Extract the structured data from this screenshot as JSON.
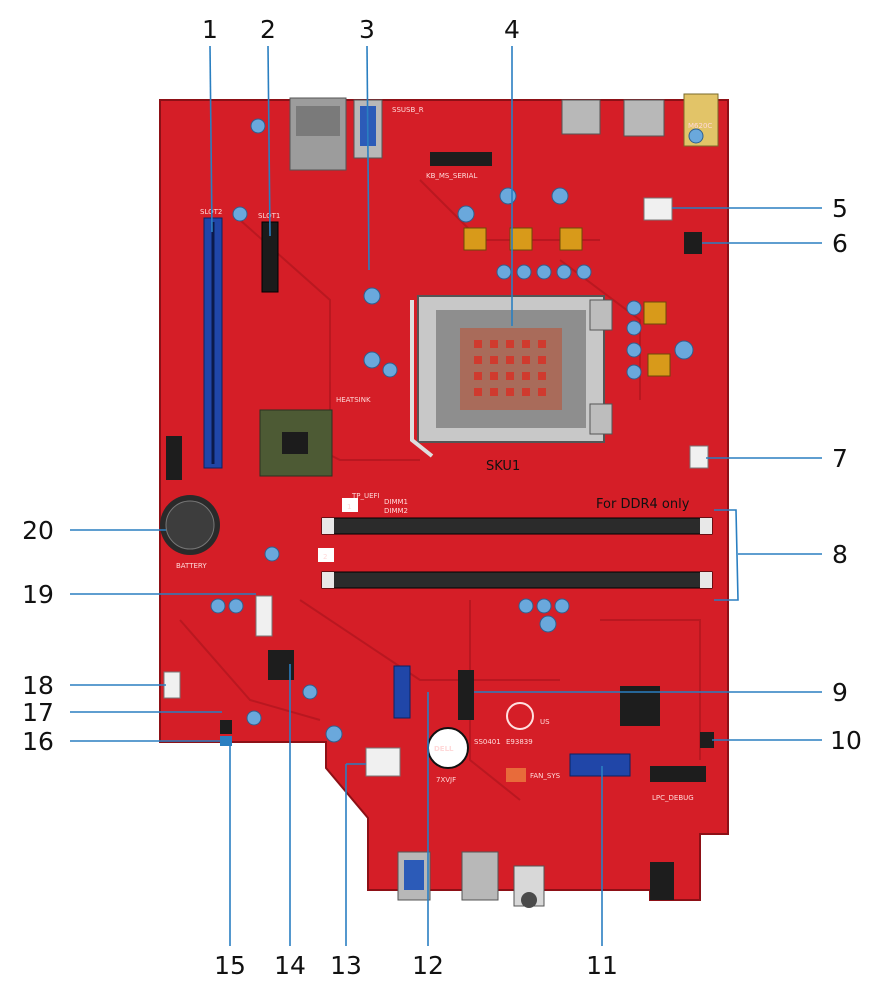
{
  "figure": {
    "callouts": [
      "1",
      "2",
      "3",
      "4",
      "5",
      "6",
      "7",
      "8",
      "9",
      "10",
      "11",
      "12",
      "13",
      "14",
      "15",
      "16",
      "17",
      "18",
      "19",
      "20"
    ]
  },
  "board_labels": {
    "slot2": "SLOT2",
    "slot1": "SLOT1",
    "ssusb": "SSUSB_R",
    "kb": "KB_MS_SERIAL",
    "heatsink": "HEATSINK",
    "sku": "SKU1",
    "ddr": "For DDR4 only",
    "dimm1": "DIMM1",
    "dimm2": "DIMM2",
    "dimm_tag1": "1",
    "dimm_tag2": "2",
    "battery": "BATTERY",
    "tp_uefi": "TP_UEFI",
    "fan_sys": "FAN_SYS",
    "lpc": "LPC_DEBUG",
    "audio_chip": "M620C",
    "brand": "DELL",
    "cert1": "SS0401",
    "cert2": "E93839",
    "fcc": "7XVJF",
    "us": "US"
  },
  "colors": {
    "pcb": "#d51e27",
    "pcb_dark": "#a8141c",
    "slot_blue": "#2046a8",
    "lead": "#2a7fc1",
    "socket": "#9a9a9a",
    "dimm": "#2b2b2b",
    "cap_blue": "#6aa8dc",
    "inductor": "#d89a1a"
  },
  "icons": {
    "cpu_socket": "cpu-socket-icon",
    "coin_battery": "coin-battery-icon",
    "dell_logo": "dell-logo-icon",
    "ul_mark": "ul-mark-icon"
  }
}
